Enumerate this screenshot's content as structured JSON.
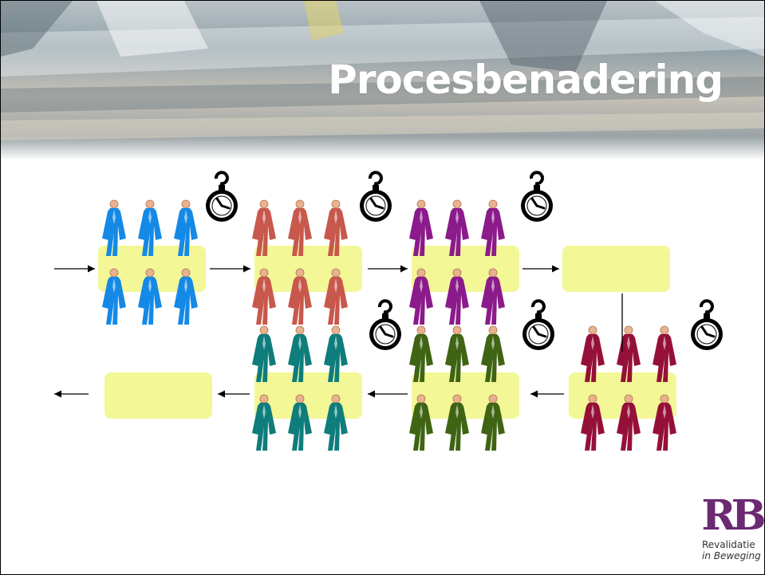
{
  "slide": {
    "title": "Procesbenadering"
  },
  "logo": {
    "mark": "RB",
    "line1": "Revalidatie",
    "line2": "in Beweging"
  },
  "groups": [
    {
      "name": "blue",
      "color": "#1589e6"
    },
    {
      "name": "red",
      "color": "#c8584c"
    },
    {
      "name": "purple",
      "color": "#8b1a8b"
    },
    {
      "name": "teal",
      "color": "#0e7d7b"
    },
    {
      "name": "olive",
      "color": "#3f6413"
    },
    {
      "name": "maroon",
      "color": "#951038"
    }
  ],
  "colors": {
    "box": "#f3f796",
    "arrow": "#000000"
  }
}
